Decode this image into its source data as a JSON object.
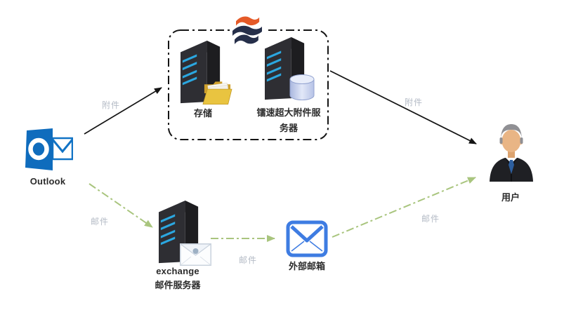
{
  "nodes": {
    "outlook": {
      "label": "Outlook"
    },
    "storage_server": {
      "label": "存储"
    },
    "raysync_server": {
      "label_line1": "镭速超大附件服",
      "label_line2": "务器"
    },
    "exchange_server": {
      "label_line1": "exchange",
      "label_line2": "邮件服务器"
    },
    "external_mailbox": {
      "label": "外部邮箱"
    },
    "user": {
      "label": "用户"
    }
  },
  "edges": {
    "outlook_to_raysync": {
      "label": "附件"
    },
    "raysync_to_user": {
      "label": "附件"
    },
    "outlook_to_exchange": {
      "label": "邮件"
    },
    "exchange_to_external": {
      "label": "邮件"
    },
    "external_to_user": {
      "label": "邮件"
    }
  },
  "colors": {
    "arrow_black": "#141414",
    "arrow_green": "#a9c57e",
    "edge_label_gray": "#b4bbc6",
    "outlook_blue": "#0f6cbd",
    "mailbox_blue": "#3e7ce2",
    "server_body_dark": "#2e2e33",
    "server_stripe_blue": "#2ba7e0",
    "folder_gold": "#e9c440",
    "database_blue": "#c7d2ee",
    "logo_orange": "#e55a28",
    "logo_navy": "#262f4a"
  }
}
